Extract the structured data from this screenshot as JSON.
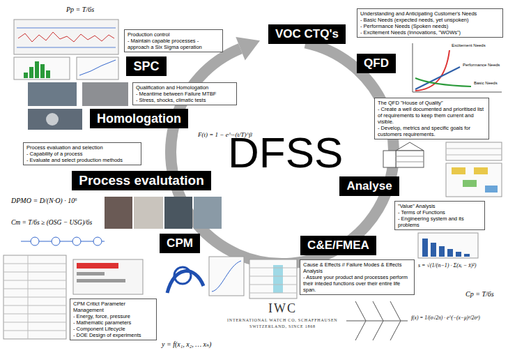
{
  "diagram": {
    "nodes": [
      {
        "text": [
          "VOC CTQ's"
        ]
      },
      {
        "text": [
          "Understanding and Anticipating Customer's Needs",
          "- Basic Needs (expected needs, yet unspoken)",
          "- Performance Needs (Spoken needs)",
          "- Excitement Needs (Innovations, \"WOWs\")"
        ]
      },
      {
        "text": [
          "QFD"
        ]
      },
      {
        "text": [
          "The QFD \"House of Quality\"",
          "- Create a well documented and prioritised list of requirements to keep them current and visible.",
          "- Develop, metrics and specific goals for customers requirements."
        ]
      },
      {
        "text": [
          "Analyse"
        ]
      },
      {
        "text": [
          "\"Value\" Analysis",
          "- Terms of Functions",
          "- Engineering system and its problems"
        ]
      },
      {
        "text": [
          "C&E/FMEA"
        ]
      },
      {
        "text": [
          "Cause & Effects // Failure Modes & Effects Analysis",
          "- Assure your product and processes perform their inteded functions over their entire life span."
        ]
      },
      {
        "text": [
          "CPM"
        ]
      },
      {
        "text": [
          "CPM Critict Parameter Management",
          "- Energy, force, pressure",
          "- Mathematic parameters",
          "- Component Lifecycle",
          "- DOE Design of experiments"
        ]
      },
      {
        "text": [
          "Process evalutation"
        ]
      },
      {
        "text": [
          "Process evaluation and selection",
          "- Capability of a process",
          "- Evaluate and select production methods"
        ]
      },
      {
        "text": [
          "Homologation"
        ]
      },
      {
        "text": [
          "Qualification and Homologation",
          "- Meantime between Failure MTBF",
          "- Stress, shocks, climatic tests"
        ]
      },
      {
        "text": [
          "SPC"
        ]
      },
      {
        "text": [
          "Production control",
          "- Maintain capable processes - approach a Six Sigma operation"
        ]
      }
    ],
    "labels": [
      "DFSS",
      "Pp = T/6s",
      "F(t) = 1 − e^−(t/T)^β",
      "DPMO = D/(N·O) · 10⁶",
      "Cm = T/6s ≥ (OSG − USG)/6s",
      "y = f(x₁, x₂, … xₙ)",
      "s = √(1/(n−1) · Σ(xᵢ − x̄)²)",
      "f(x) = 1/(σ√2π) · e^(−(x−μ)²/2σ²)",
      "Cp = T/6s",
      "Excitement Needs",
      "Performance Needs",
      "Basic Needs",
      "IWC",
      "INTERNATIONAL WATCH CO, SCHAFFHAUSEN",
      "SWITZERLAND, SINCE 1868"
    ]
  }
}
